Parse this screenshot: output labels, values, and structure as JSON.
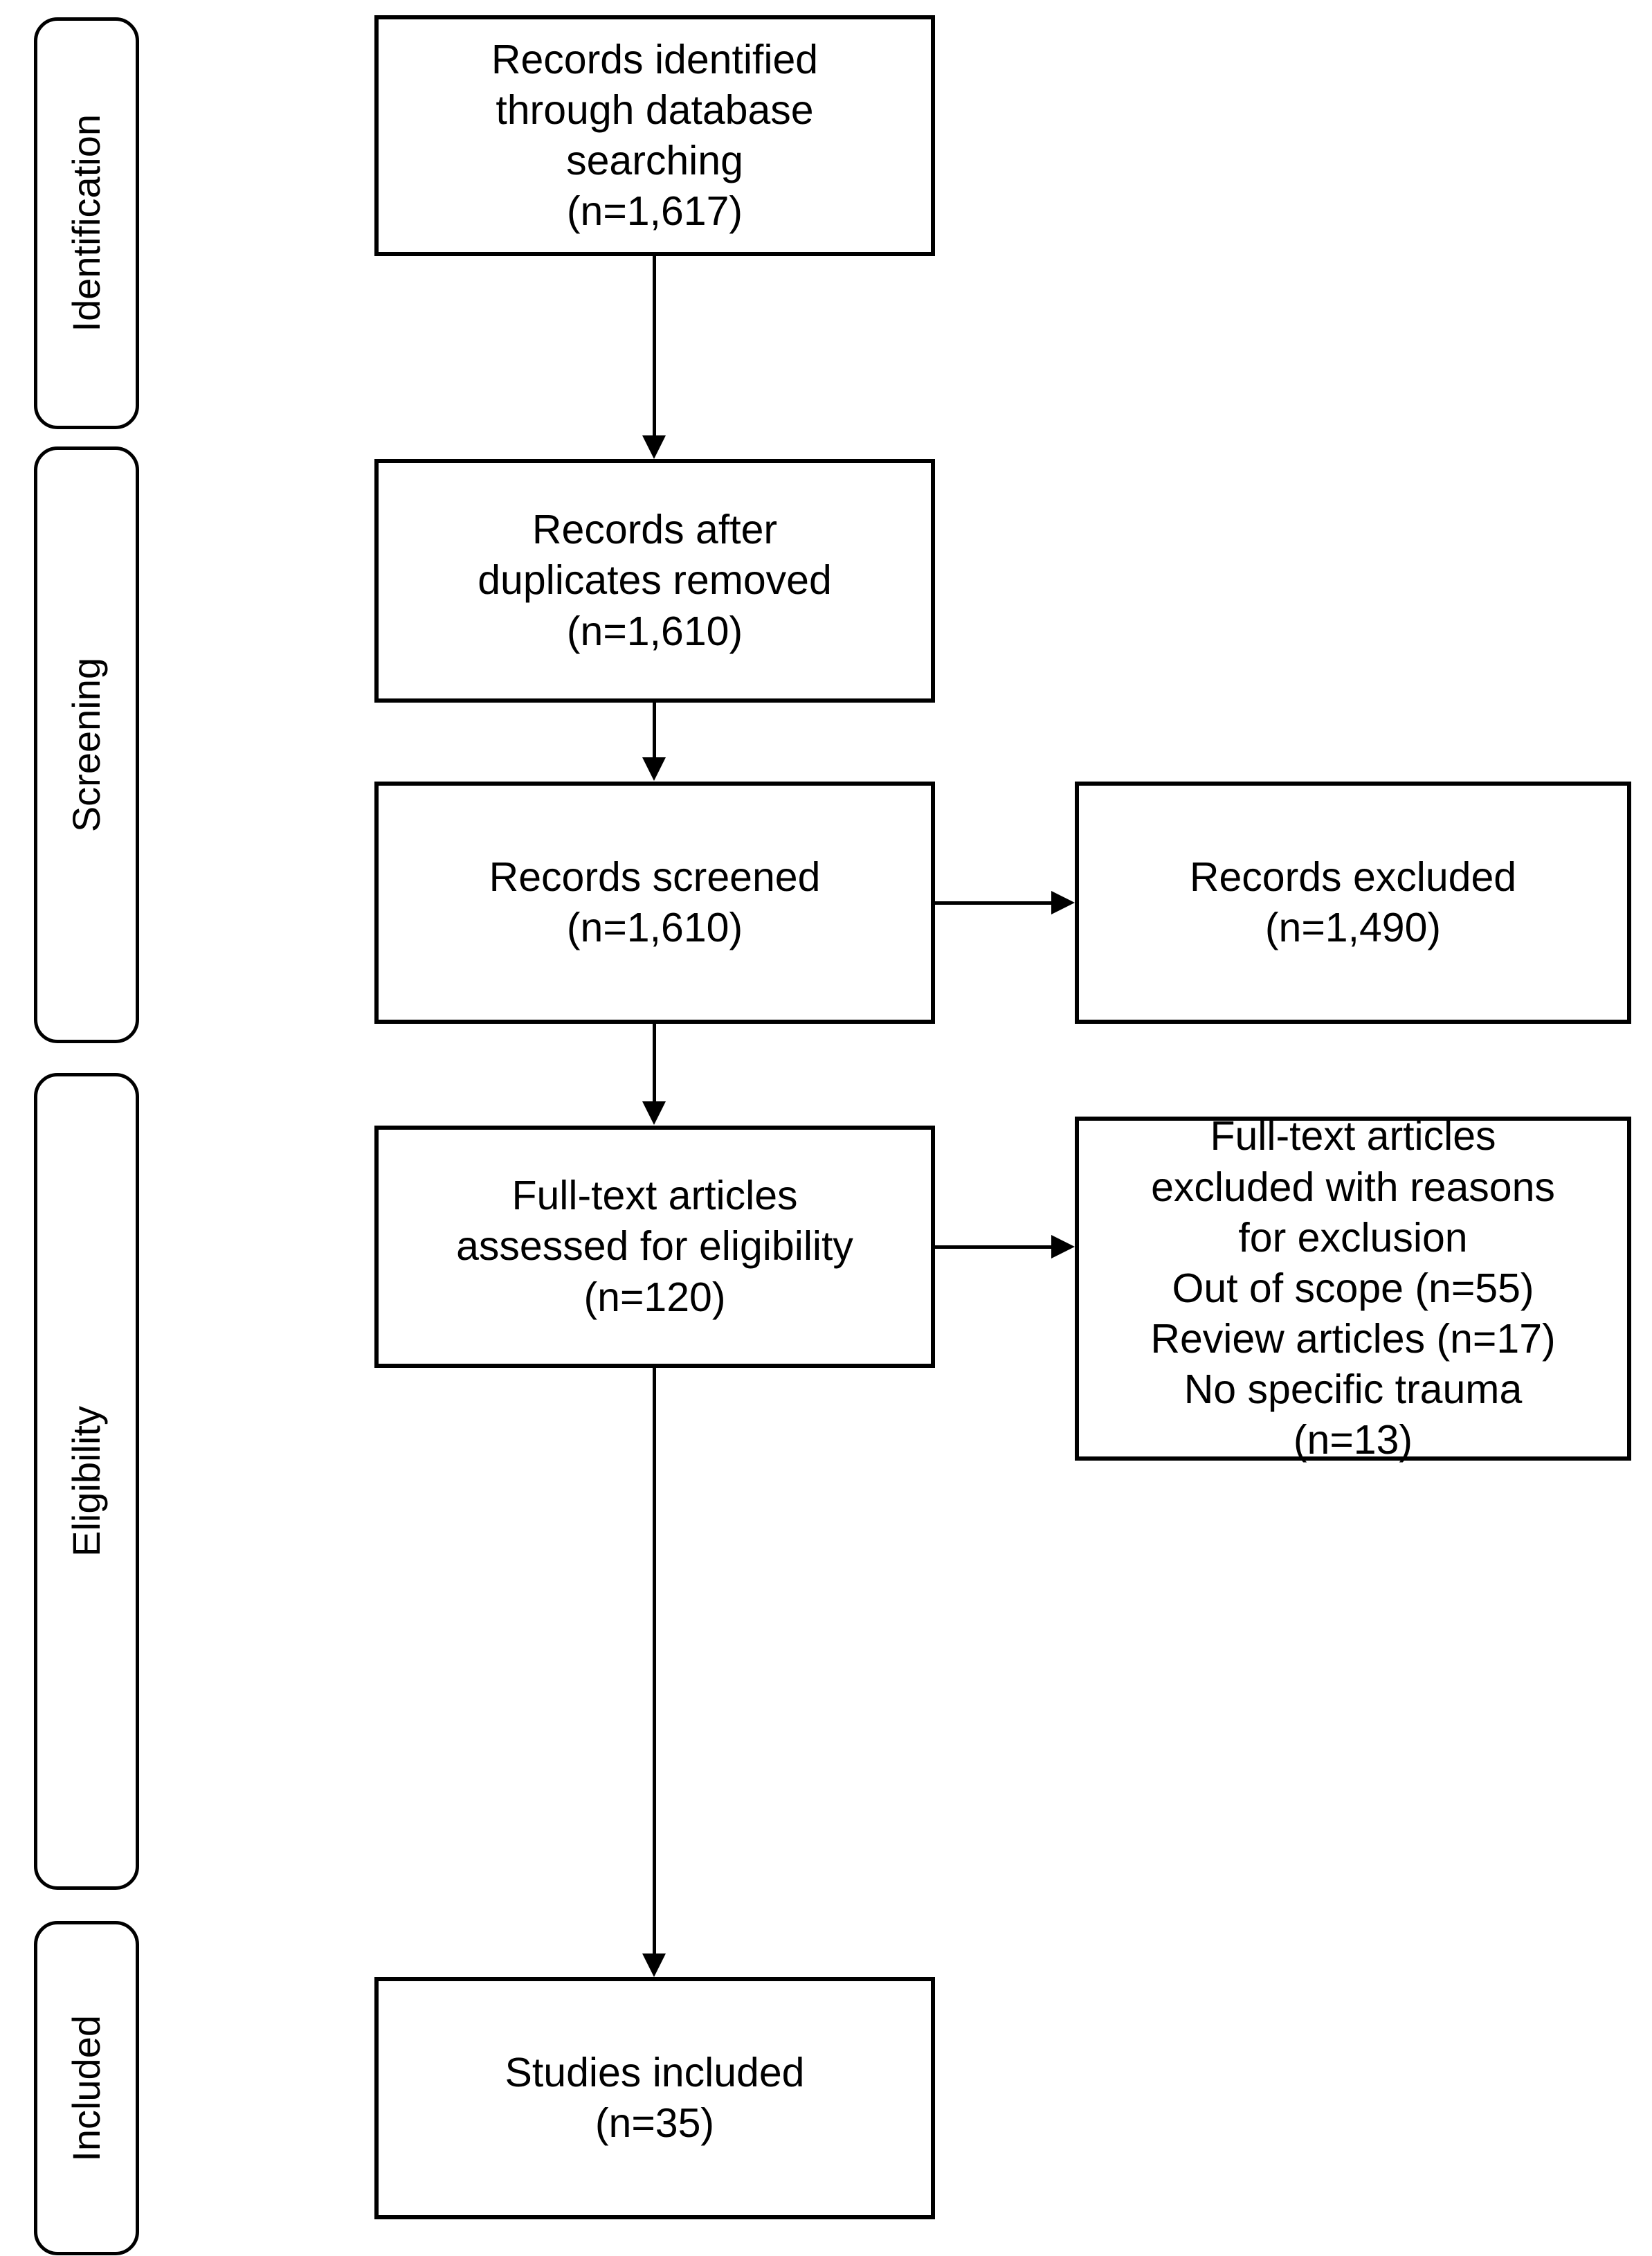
{
  "diagram": {
    "type": "prisma-flow-diagram",
    "stages": [
      {
        "id": "identification",
        "label": "Identification"
      },
      {
        "id": "screening",
        "label": "Screening"
      },
      {
        "id": "eligibility",
        "label": "Eligibility"
      },
      {
        "id": "included",
        "label": "Included"
      }
    ],
    "boxes": {
      "records_identified": "Records identified\nthrough database\nsearching\n(n=1,617)",
      "records_after_duplicates": "Records after\nduplicates removed\n(n=1,610)",
      "records_screened": "Records screened\n(n=1,610)",
      "records_excluded": "Records excluded\n(n=1,490)",
      "fulltext_assessed": "Full-text articles\nassessed for eligibility\n(n=120)",
      "fulltext_excluded": "Full-text articles\nexcluded with reasons\nfor exclusion\nOut of scope (n=55)\nReview articles (n=17)\nNo specific trauma\n(n=13)",
      "studies_included": "Studies included\n(n=35)"
    },
    "counts": {
      "records_identified": 1617,
      "records_after_duplicates": 1610,
      "records_screened": 1610,
      "records_excluded": 1490,
      "fulltext_assessed": 120,
      "fulltext_excluded_out_of_scope": 55,
      "fulltext_excluded_review_articles": 17,
      "fulltext_excluded_no_specific_trauma": 13,
      "studies_included": 35
    },
    "colors": {
      "stroke": "#000000",
      "fill": "#ffffff",
      "text": "#000000"
    }
  }
}
